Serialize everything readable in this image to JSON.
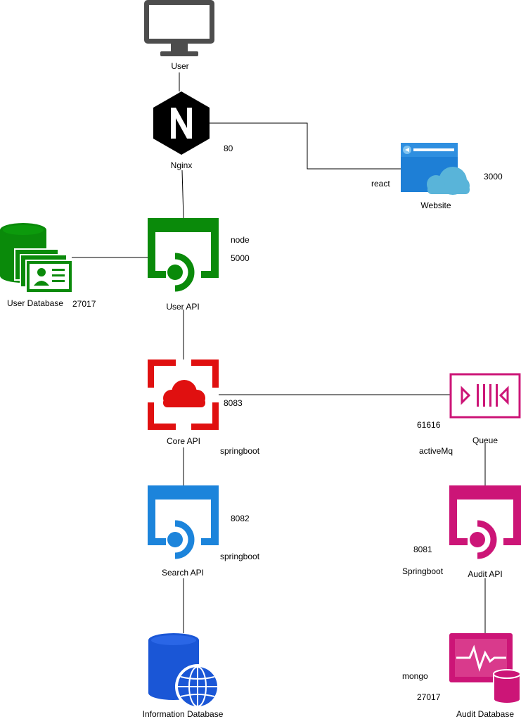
{
  "nodes": {
    "user": {
      "label": "User",
      "icon": "monitor-icon"
    },
    "nginx": {
      "label": "Nginx",
      "icon": "nginx-icon",
      "port": "80"
    },
    "website": {
      "label": "Website",
      "icon": "web-app-icon",
      "tech": "react",
      "port": "3000"
    },
    "user_api": {
      "label": "User API",
      "icon": "api-app-icon",
      "tech": "node",
      "port": "5000"
    },
    "user_db": {
      "label": "User Database",
      "icon": "user-database-icon",
      "port": "27017"
    },
    "core_api": {
      "label": "Core API",
      "icon": "cloud-gateway-icon",
      "port": "8083",
      "tech": "springboot"
    },
    "queue": {
      "label": "Queue",
      "icon": "queue-icon",
      "port": "61616",
      "tech": "activeMq"
    },
    "search_api": {
      "label": "Search API",
      "icon": "api-app-icon",
      "port": "8082",
      "tech": "springboot"
    },
    "audit_api": {
      "label": "Audit API",
      "icon": "api-app-icon",
      "port": "8081",
      "tech": "Springboot"
    },
    "info_db": {
      "label": "Information Database",
      "icon": "globe-database-icon"
    },
    "audit_db": {
      "label": "Audit Database",
      "icon": "monitor-database-icon",
      "tech": "mongo",
      "port": "27017"
    }
  },
  "colors": {
    "line": "#000000",
    "monitor": "#4d4d4d",
    "nginx": "#000000",
    "website_blue": "#1e7fd6",
    "cloud_light": "#59b4d9",
    "green": "#0a8a0a",
    "red": "#e01010",
    "blue": "#1c84db",
    "magenta": "#cc1577",
    "db_blue": "#1a56d6"
  }
}
